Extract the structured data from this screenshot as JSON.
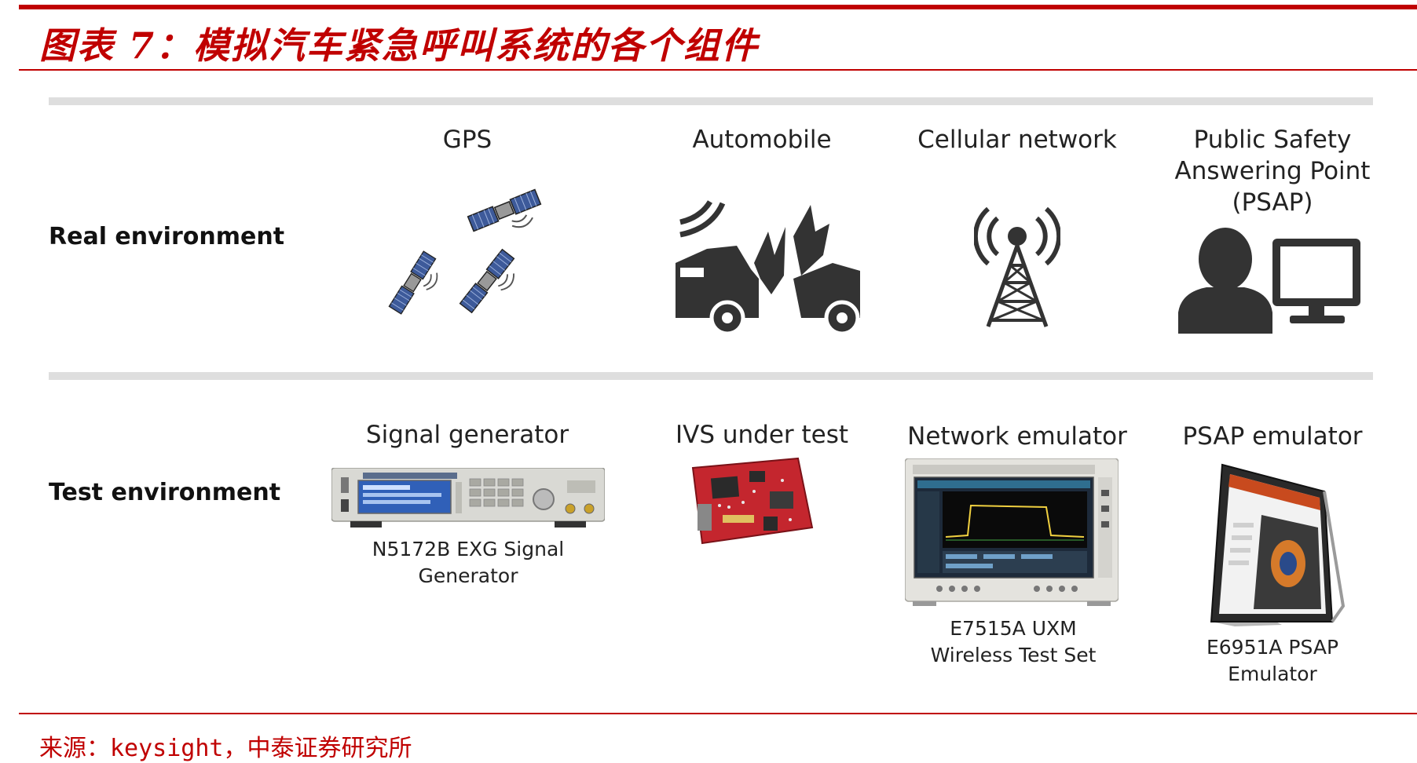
{
  "title": "图表 7：模拟汽车紧急呼叫系统的各个组件",
  "rows": {
    "real": "Real environment",
    "test": "Test environment"
  },
  "real_env": {
    "gps": "GPS",
    "automobile": "Automobile",
    "cellular": "Cellular network",
    "psap_line1": "Public Safety",
    "psap_line2": "Answering Point",
    "psap_line3": "(PSAP)"
  },
  "test_env": {
    "signal_generator": {
      "label": "Signal generator",
      "caption": "N5172B EXG Signal Generator"
    },
    "ivs": {
      "label": "IVS under test"
    },
    "network_emulator": {
      "label": "Network emulator",
      "caption_line1": "E7515A UXM",
      "caption_line2": "Wireless Test Set"
    },
    "psap_emulator": {
      "label": "PSAP emulator",
      "caption_line1": "E6951A PSAP",
      "caption_line2": "Emulator"
    }
  },
  "source": "来源：keysight，中泰证券研究所",
  "colors": {
    "accent": "#c00000",
    "band": "#dedede",
    "icon": "#333333"
  }
}
